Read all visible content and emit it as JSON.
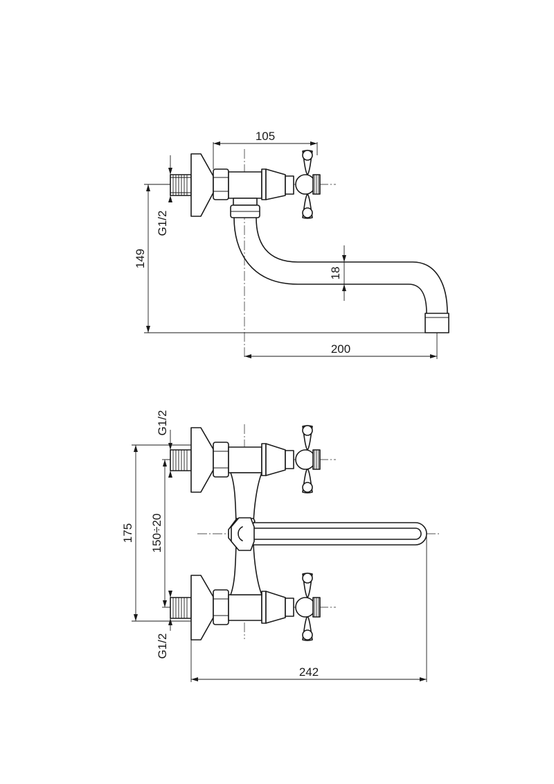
{
  "side_view": {
    "dim_top": "105",
    "dim_height": "149",
    "dim_thread": "G1/2",
    "dim_pipe": "18",
    "dim_reach": "200"
  },
  "front_view": {
    "dim_thread_top": "G1/2",
    "dim_thread_bottom": "G1/2",
    "dim_height": "175",
    "dim_spacing": "150÷20",
    "dim_width": "242"
  }
}
